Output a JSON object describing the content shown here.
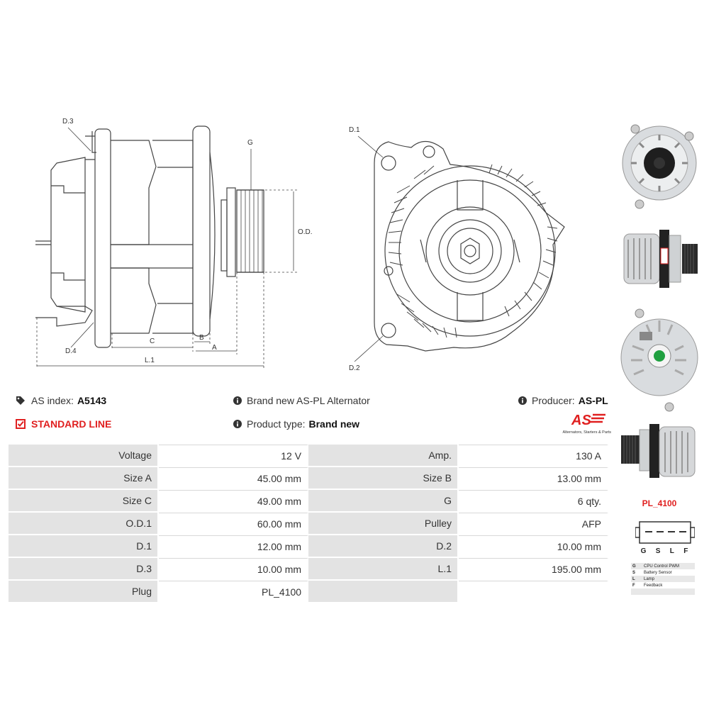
{
  "diagram": {
    "side_labels": {
      "d3": "D.3",
      "d4": "D.4",
      "g": "G",
      "od1": "O.D.1",
      "c": "C",
      "b": "B",
      "a": "A",
      "l1": "L.1"
    },
    "front_labels": {
      "d1": "D.1",
      "d2": "D.2"
    }
  },
  "info": {
    "as_index_label": "AS index:",
    "as_index_value": "A5143",
    "standard_line": "STANDARD LINE",
    "brand_text": "Brand new AS-PL Alternator",
    "product_type_label": "Product type:",
    "product_type_value": "Brand new",
    "producer_label": "Producer:",
    "producer_value": "AS-PL"
  },
  "logo": {
    "mark": "AS",
    "tagline": "Alternators, Starters & Parts",
    "color": "#e02020"
  },
  "specs": [
    {
      "k1": "Voltage",
      "v1": "12 V",
      "k2": "Amp.",
      "v2": "130 A"
    },
    {
      "k1": "Size A",
      "v1": "45.00 mm",
      "k2": "Size B",
      "v2": "13.00 mm"
    },
    {
      "k1": "Size C",
      "v1": "49.00 mm",
      "k2": "G",
      "v2": "6 qty."
    },
    {
      "k1": "O.D.1",
      "v1": "60.00 mm",
      "k2": "Pulley",
      "v2": "AFP"
    },
    {
      "k1": "D.1",
      "v1": "12.00 mm",
      "k2": "D.2",
      "v2": "10.00 mm"
    },
    {
      "k1": "D.3",
      "v1": "10.00 mm",
      "k2": "L.1",
      "v2": "195.00 mm"
    },
    {
      "k1": "Plug",
      "v1": "PL_4100",
      "k2": "",
      "v2": ""
    }
  ],
  "plug": {
    "title": "PL_4100",
    "pins": [
      "G",
      "S",
      "L",
      "F"
    ],
    "legend": [
      {
        "pin": "G",
        "desc": "CPU Control PWM"
      },
      {
        "pin": "S",
        "desc": "Battery Sensor"
      },
      {
        "pin": "L",
        "desc": "Lamp"
      },
      {
        "pin": "F",
        "desc": "Feedback"
      }
    ]
  },
  "colors": {
    "accent": "#e02020",
    "table_label_bg": "#e3e3e3",
    "line": "#333333"
  }
}
